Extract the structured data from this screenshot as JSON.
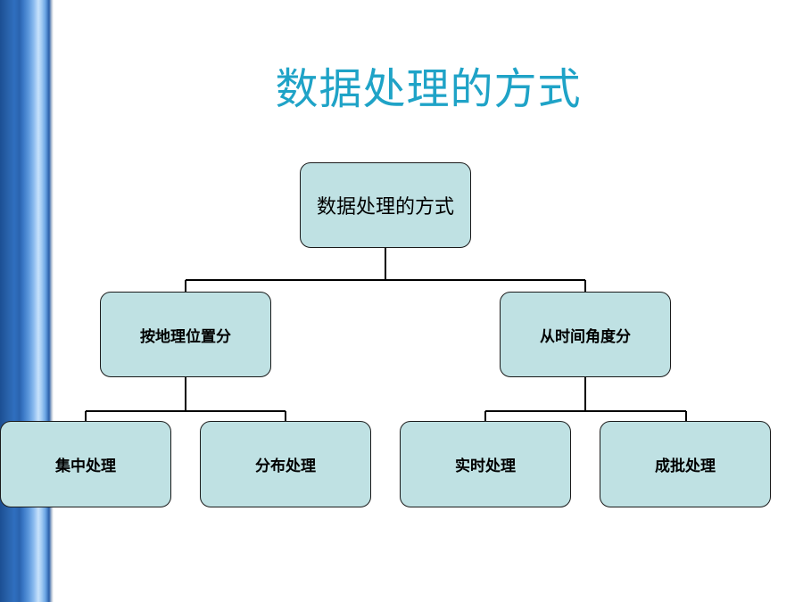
{
  "slide": {
    "title": "数据处理的方式"
  },
  "tree": {
    "root": "数据处理的方式",
    "branches": [
      {
        "label": "按地理位置分",
        "children": [
          "集中处理",
          "分布处理"
        ]
      },
      {
        "label": "从时间角度分",
        "children": [
          "实时处理",
          "成批处理"
        ]
      }
    ]
  },
  "colors": {
    "title": "#1fa3c7",
    "node_fill": "#bfe1e3",
    "node_border": "#1a1a1a",
    "sidebar": "#2f6fbf"
  }
}
